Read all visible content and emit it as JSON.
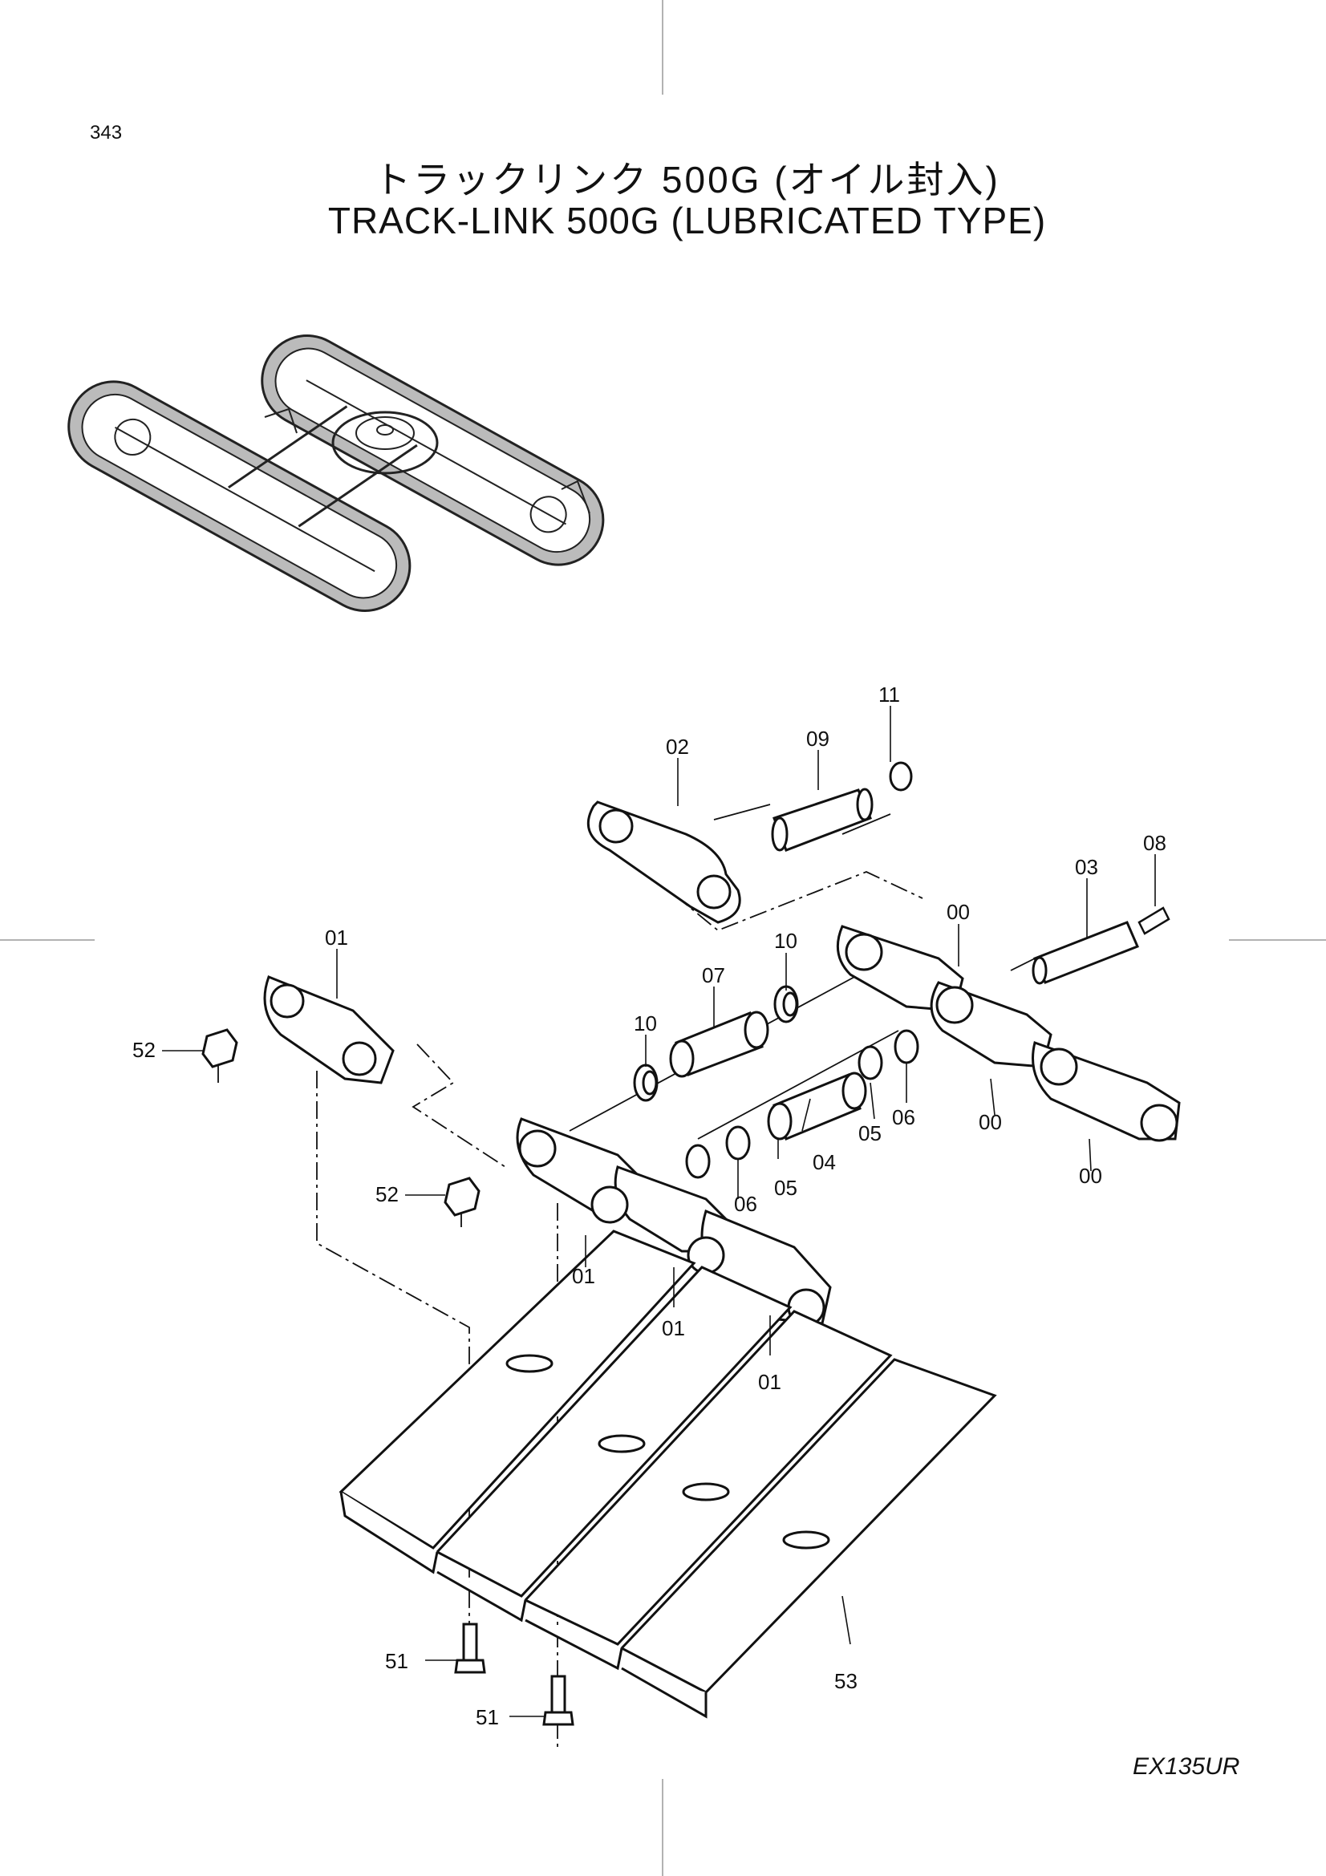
{
  "page_number": "343",
  "title_jp": "トラックリンク 500G (オイル封入)",
  "title_en": "TRACK-LINK 500G (LUBRICATED TYPE)",
  "model": "EX135UR",
  "callouts": {
    "c11": "11",
    "c02": "02",
    "c09": "09",
    "c08": "08",
    "c03": "03",
    "c00a": "00",
    "c00b": "00",
    "c00c": "00",
    "c10a": "10",
    "c10b": "10",
    "c07": "07",
    "c01a": "01",
    "c52a": "52",
    "c52b": "52",
    "c06a": "06",
    "c06b": "06",
    "c05a": "05",
    "c05b": "05",
    "c04": "04",
    "c01b": "01",
    "c01c": "01",
    "c01d": "01",
    "c51a": "51",
    "c51b": "51",
    "c53": "53"
  }
}
